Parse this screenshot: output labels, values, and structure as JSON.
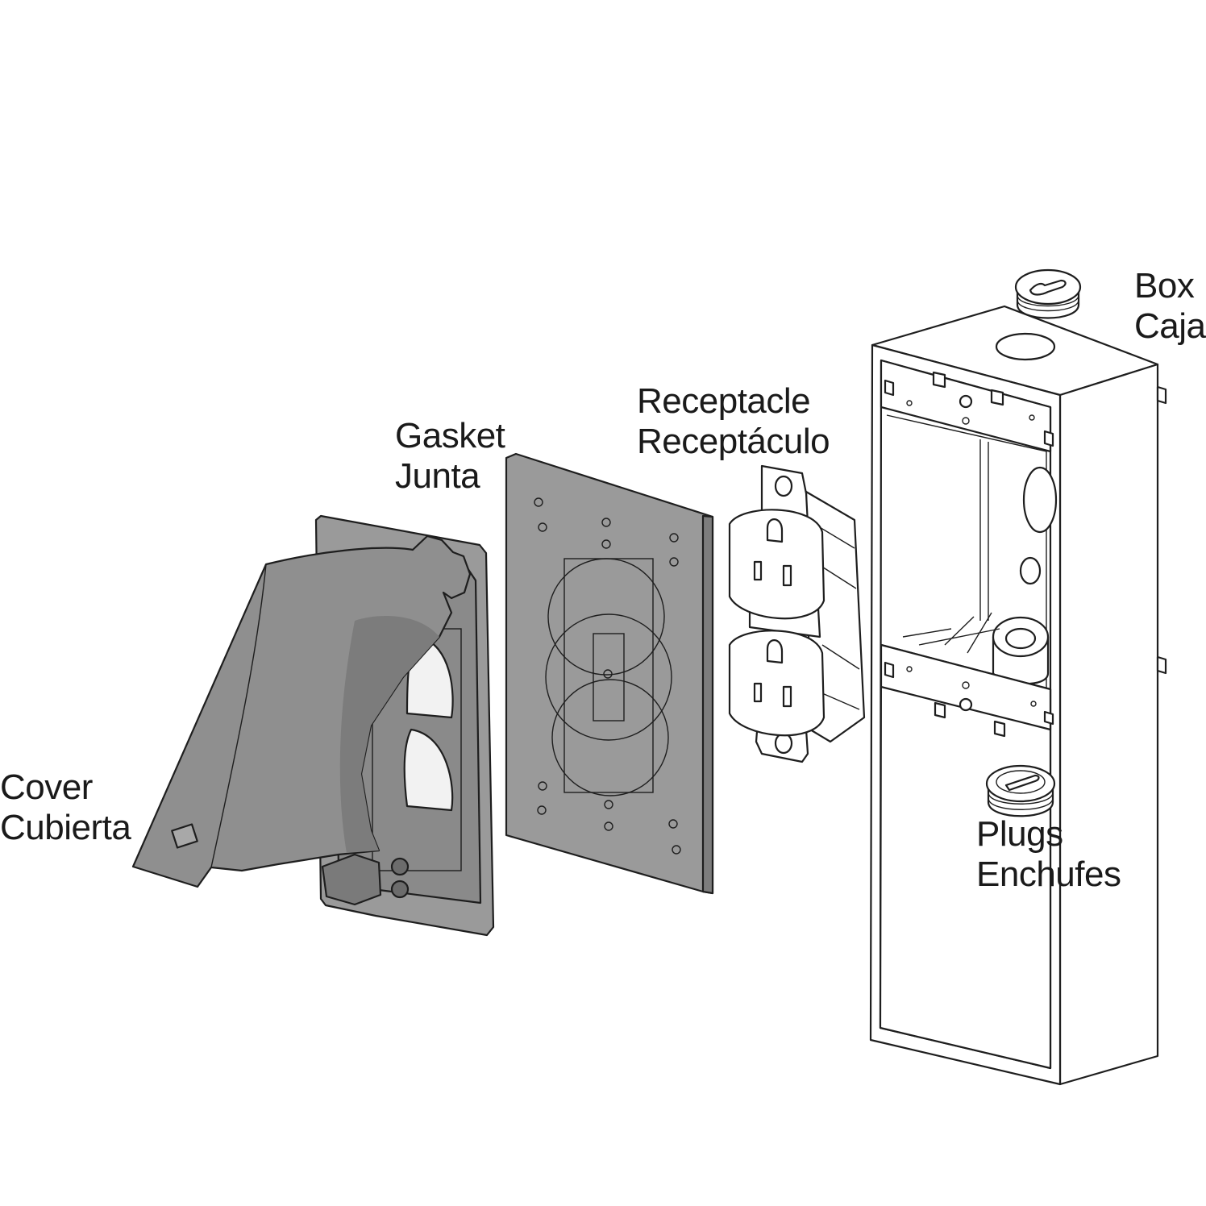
{
  "labels": {
    "cover": {
      "en": "Cover",
      "es": "Cubierta"
    },
    "gasket": {
      "en": "Gasket",
      "es": "Junta"
    },
    "receptacle": {
      "en": "Receptacle",
      "es": "Receptáculo"
    },
    "box": {
      "en": "Box",
      "es": "Caja"
    },
    "plugs": {
      "en": "Plugs",
      "es": "Enchufes"
    }
  },
  "colors": {
    "cover_fill": "#8f8f8f",
    "cover_dark": "#6e6e6e",
    "gasket_fill": "#9a9a9a",
    "part_fill": "#ffffff",
    "outline": "#1e1e1e"
  }
}
